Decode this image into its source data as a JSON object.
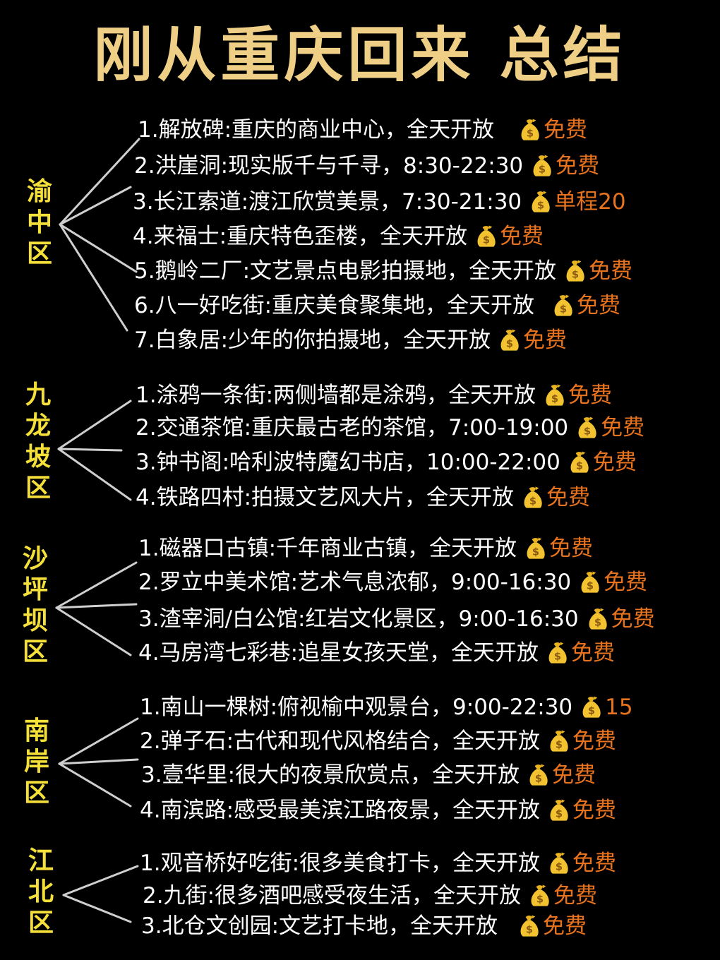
{
  "title": "刚从重庆回来 总结",
  "colors": {
    "background": "#000000",
    "title": "#EFCF86",
    "district": "#F5E03A",
    "item_text": "#FFFFFF",
    "price": "#E8731E",
    "lines": "#CCCCCC",
    "money_bag": "#F2C230"
  },
  "icons": {
    "price_icon": "money-bag-icon",
    "price_icon_glyph": "💰"
  },
  "districts": [
    {
      "name": "渝中区",
      "chars": [
        "渝",
        "中",
        "区"
      ],
      "items": [
        {
          "text": "1.解放碑:重庆的商业中心，全天开放",
          "price": "免费"
        },
        {
          "text": "2.洪崖洞:现实版千与千寻，8:30-22:30",
          "price": "免费"
        },
        {
          "text": "3.长江索道:渡江欣赏美景，7:30-21:30",
          "price": "单程20"
        },
        {
          "text": "4.来福士:重庆特色歪楼，全天开放",
          "price": "免费"
        },
        {
          "text": "5.鹅岭二厂:文艺景点电影拍摄地，全天开放",
          "price": "免费"
        },
        {
          "text": "6.八一好吃街:重庆美食聚集地，全天开放",
          "price": "免费"
        },
        {
          "text": "7.白象居:少年的你拍摄地，全天开放",
          "price": "免费"
        }
      ]
    },
    {
      "name": "九龙坡区",
      "chars": [
        "九",
        "龙",
        "坡",
        "区"
      ],
      "items": [
        {
          "text": "1.涂鸦一条街:两侧墙都是涂鸦，全天开放",
          "price": "免费"
        },
        {
          "text": "2.交通茶馆:重庆最古老的茶馆，7:00-19:00",
          "price": "免费"
        },
        {
          "text": "3.钟书阁:哈利波特魔幻书店，10:00-22:00",
          "price": "免费"
        },
        {
          "text": "4.铁路四村:拍摄文艺风大片，全天开放",
          "price": "免费"
        }
      ]
    },
    {
      "name": "沙坪坝区",
      "chars": [
        "沙",
        "坪",
        "坝",
        "区"
      ],
      "items": [
        {
          "text": "1.磁器口古镇:千年商业古镇，全天开放",
          "price": "免费"
        },
        {
          "text": "2.罗立中美术馆:艺术气息浓郁，9:00-16:30",
          "price": "免费"
        },
        {
          "text": "3.渣宰洞/白公馆:红岩文化景区，9:00-16:30",
          "price": "免费"
        },
        {
          "text": "4.马房湾七彩巷:追星女孩天堂，全天开放",
          "price": "免费"
        }
      ]
    },
    {
      "name": "南岸区",
      "chars": [
        "南",
        "岸",
        "区"
      ],
      "items": [
        {
          "text": "1.南山一棵树:俯视榆中观景台，9:00-22:30",
          "price": "15"
        },
        {
          "text": "2.弹子石:古代和现代风格结合，全天开放",
          "price": "免费"
        },
        {
          "text": "3.壹华里:很大的夜景欣赏点，全天开放",
          "price": "免费"
        },
        {
          "text": "4.南滨路:感受最美滨江路夜景，全天开放",
          "price": "免费"
        }
      ]
    },
    {
      "name": "江北区",
      "chars": [
        "江",
        "北",
        "区"
      ],
      "items": [
        {
          "text": "1.观音桥好吃街:很多美食打卡，全天开放",
          "price": "免费"
        },
        {
          "text": "2.九街:很多酒吧感受夜生活，全天开放",
          "price": "免费"
        },
        {
          "text": "3.北仓文创园:文艺打卡地，全天开放",
          "price": "免费"
        }
      ]
    }
  ]
}
